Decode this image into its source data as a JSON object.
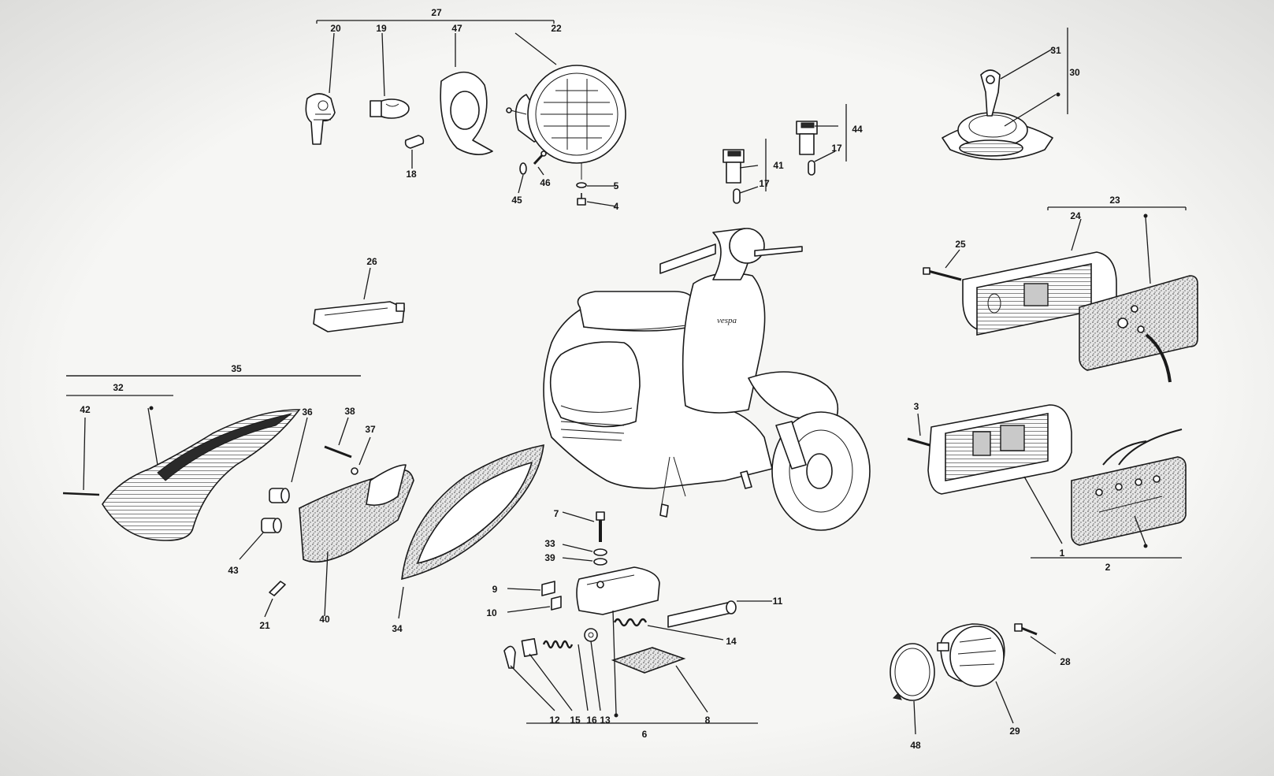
{
  "diagram": {
    "part_labels": [
      "1",
      "2",
      "3",
      "4",
      "5",
      "6",
      "7",
      "8",
      "9",
      "10",
      "11",
      "12",
      "13",
      "14",
      "15",
      "16",
      "17",
      "17",
      "18",
      "19",
      "20",
      "21",
      "22",
      "23",
      "24",
      "25",
      "26",
      "27",
      "28",
      "29",
      "30",
      "31",
      "32",
      "33",
      "34",
      "35",
      "36",
      "37",
      "38",
      "39",
      "40",
      "41",
      "42",
      "43",
      "44",
      "45",
      "46",
      "47",
      "48"
    ],
    "brand_text": "vespa"
  }
}
